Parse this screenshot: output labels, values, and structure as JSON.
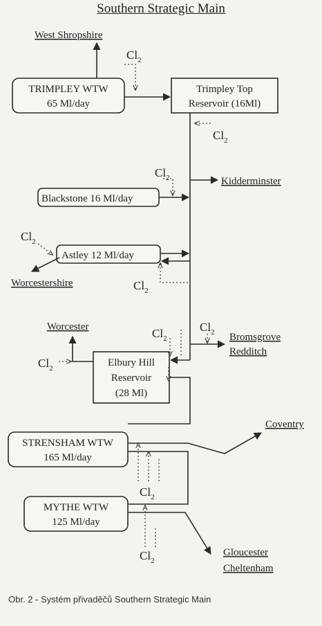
{
  "title": "Southern Strategic Main",
  "caption": "Obr. 2 - Systém přivaděčů Southern Strategic Main",
  "nodes": {
    "trimpley_name": "TRIMPLEY WTW",
    "trimpley_flow": "65 Ml/day",
    "trimpley_top_name": "Trimpley Top",
    "trimpley_top_detail": "Reservoir (16Ml)",
    "blackstone": "Blackstone 16 Ml/day",
    "astley": "Astley 12 Ml/day",
    "elbury_line1": "Elbury Hill",
    "elbury_line2": "Reservoir",
    "elbury_line3": "(28 Ml)",
    "strensham_name": "STRENSHAM WTW",
    "strensham_flow": "165 Ml/day",
    "mythe_name": "MYTHE WTW",
    "mythe_flow": "125 Ml/day"
  },
  "destinations": {
    "west_shropshire": "West Shropshire",
    "kidderminster": "Kidderminster",
    "worcestershire": "Worcestershire",
    "worcester": "Worcester",
    "bromsgrove": "Bromsgrove",
    "redditch": "Redditch",
    "coventry": "Coventry",
    "gloucester": "Gloucester",
    "cheltenham": "Cheltenham"
  },
  "chlorine": {
    "symbol": "Cl",
    "subscript": "2"
  }
}
